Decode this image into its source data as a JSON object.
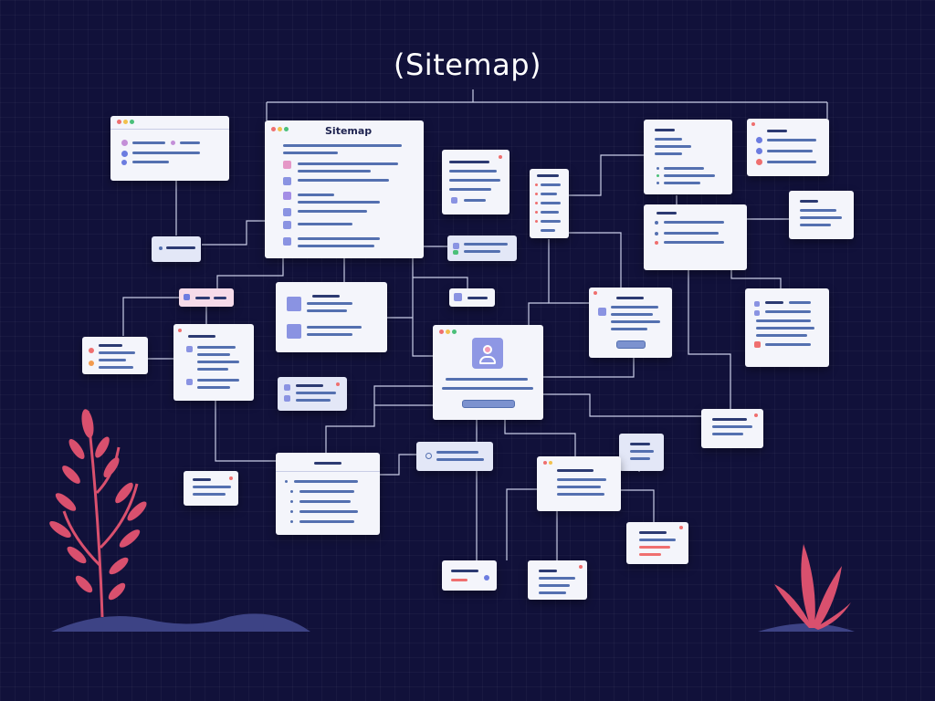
{
  "diagram": {
    "title": "(Sitemap)",
    "main_card_title": "Sitemap"
  },
  "colors": {
    "background": "#11113a",
    "card": "#f4f5fb",
    "accent_bar": "#5470b0",
    "connector": "#c9cde6",
    "plant": "#d9506e"
  },
  "icons": [
    "window-dots-icon",
    "avatar-icon",
    "plant-decoration",
    "leaf-decoration"
  ]
}
